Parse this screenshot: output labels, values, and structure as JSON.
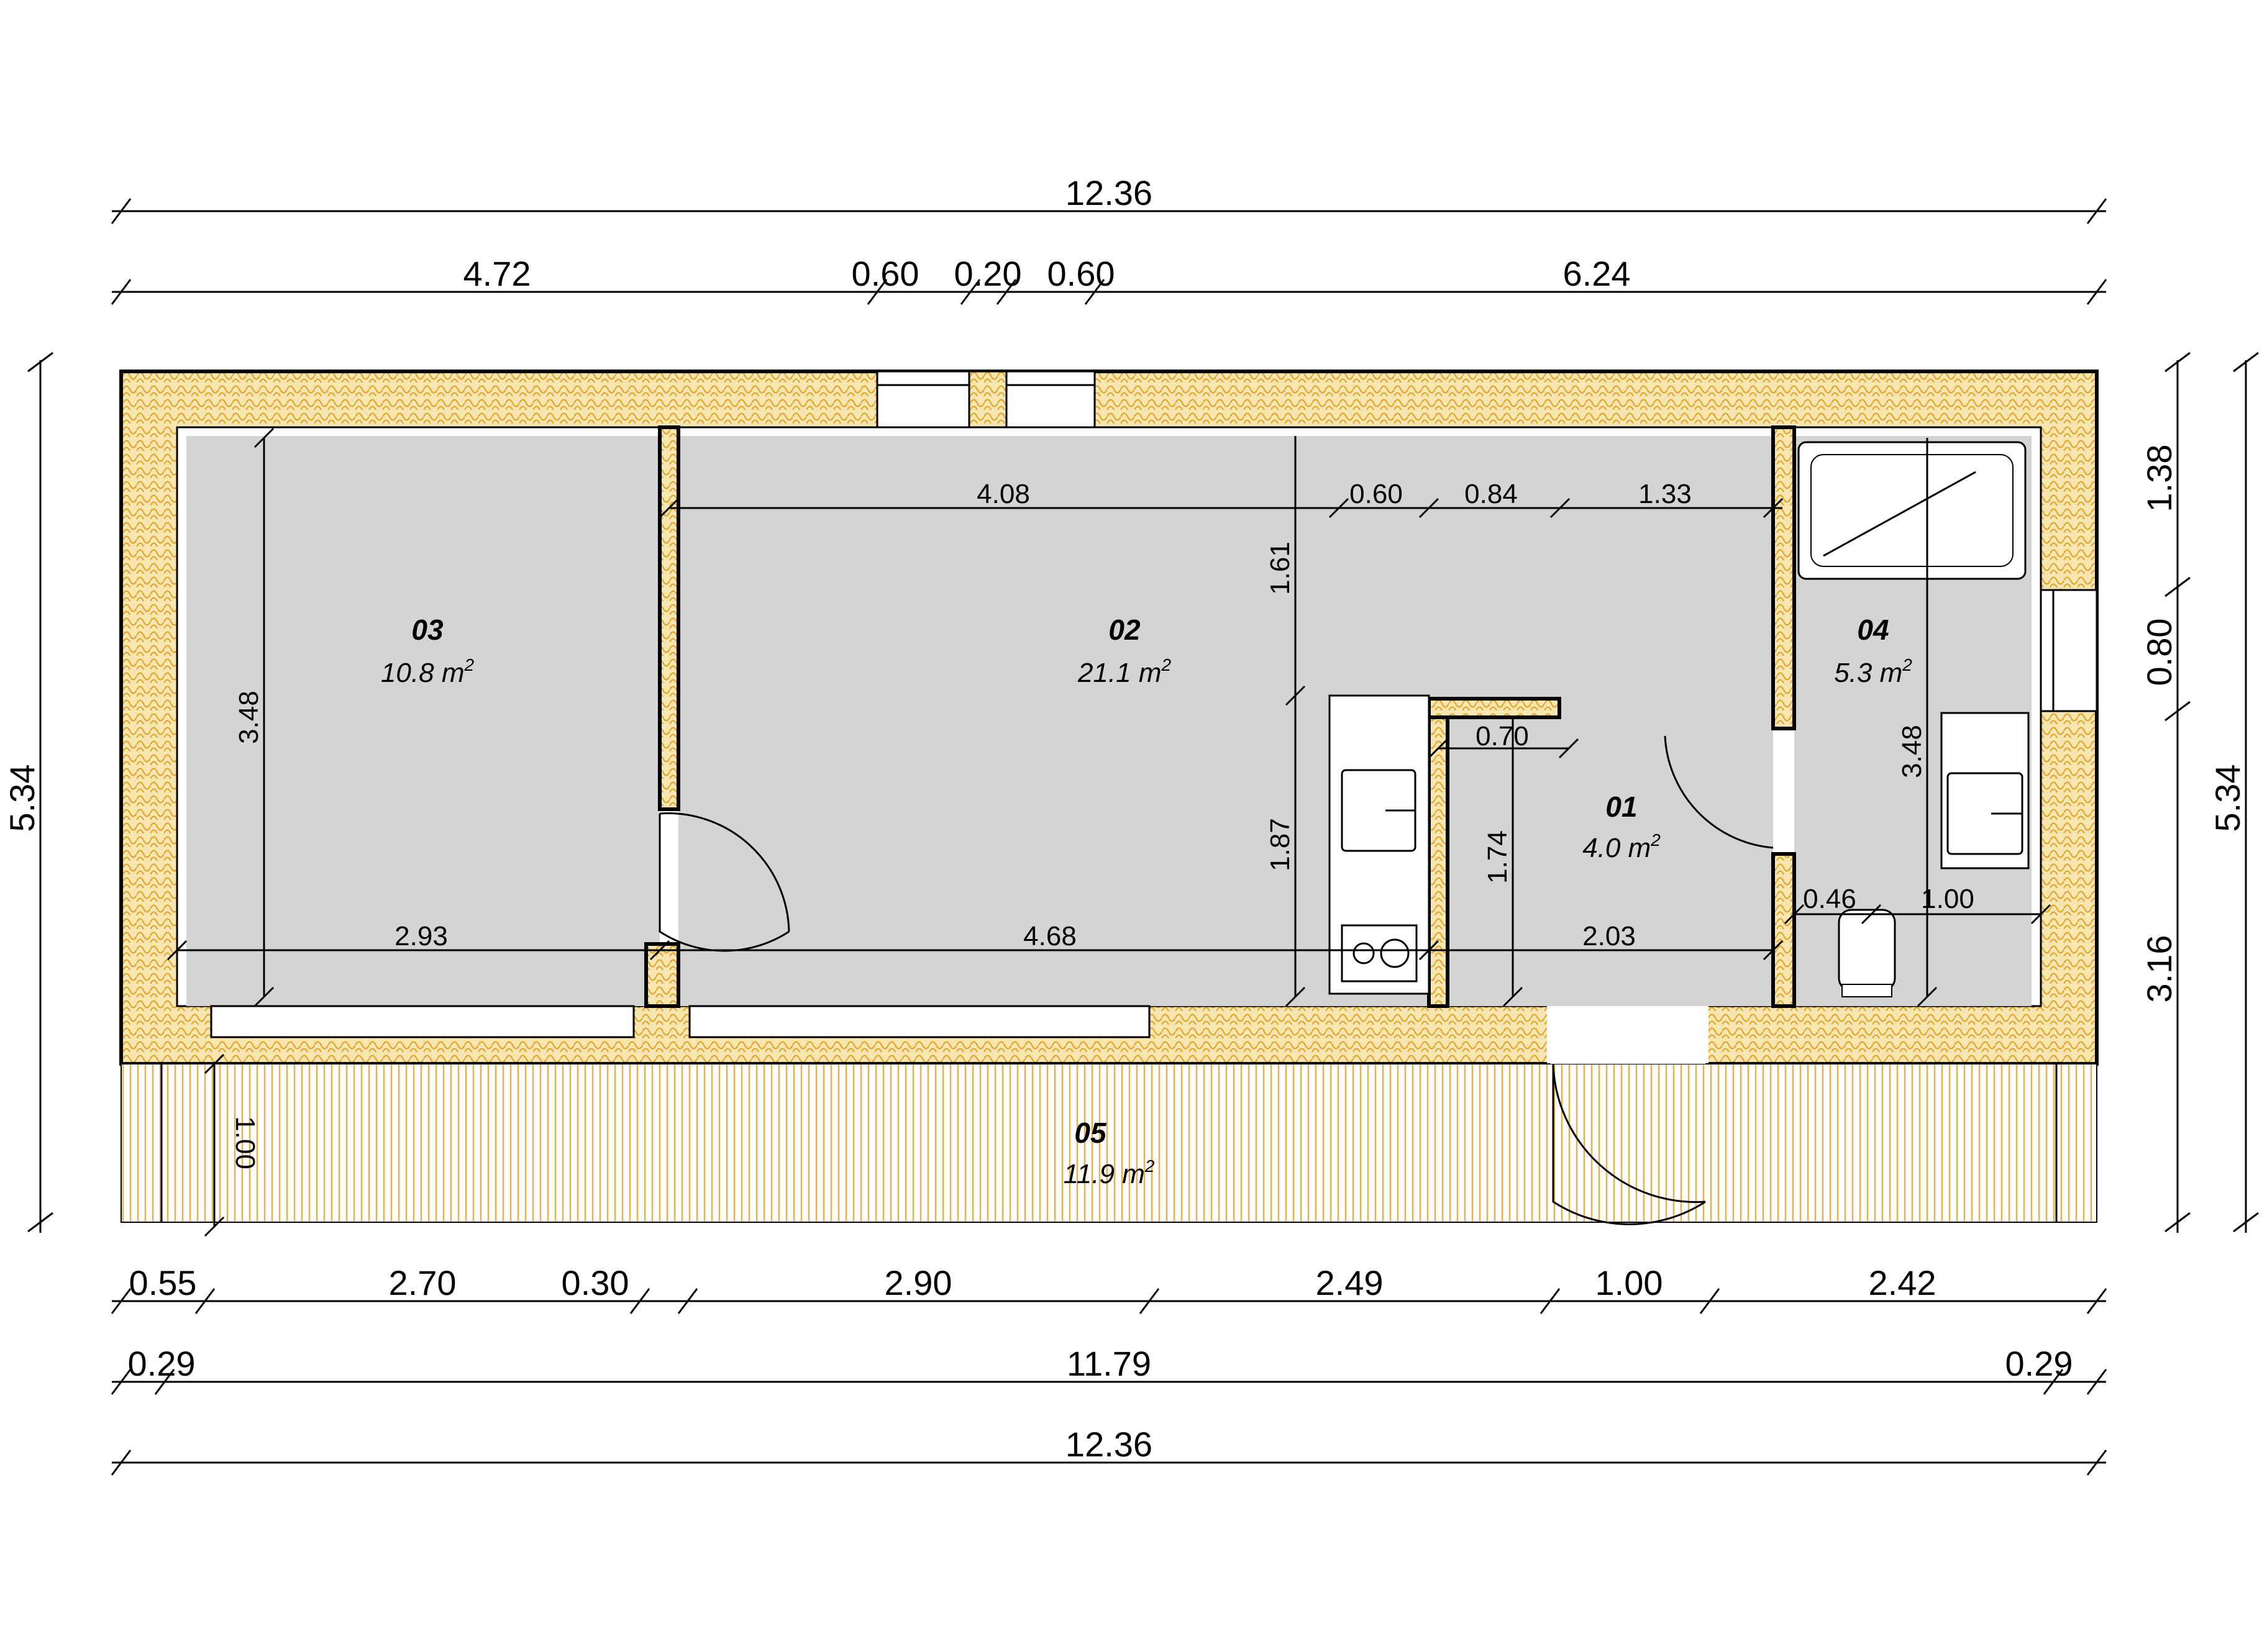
{
  "colors": {
    "floor": "#d4d4d4",
    "insulation": "#f7e6b0",
    "insulation_line": "#e2a020",
    "deck_line": "#e8b24a",
    "line": "#000000"
  },
  "rooms": [
    {
      "id": "03",
      "area": "10.8 m",
      "sup": "2"
    },
    {
      "id": "02",
      "area": "21.1 m",
      "sup": "2"
    },
    {
      "id": "04",
      "area": "5.3 m",
      "sup": "2"
    },
    {
      "id": "01",
      "area": "4.0 m",
      "sup": "2"
    },
    {
      "id": "05",
      "area": "11.9 m",
      "sup": "2"
    }
  ],
  "dims_top": {
    "total": "12.36",
    "segments": [
      "4.72",
      "0.60",
      "0.20",
      "0.60",
      "6.24"
    ]
  },
  "dims_bottom": {
    "row1": [
      "0.55",
      "2.70",
      "0.30",
      "2.90",
      "2.49",
      "1.00",
      "2.42"
    ],
    "row2": [
      "0.29",
      "11.79",
      "0.29"
    ],
    "total": "12.36"
  },
  "dims_left": {
    "total": "5.34"
  },
  "dims_right": {
    "segments": [
      "1.38",
      "0.80",
      "3.16"
    ],
    "total": "5.34"
  },
  "dims_inner": {
    "room03_height": "3.48",
    "room03_width": "2.93",
    "room02_width_top": "4.08",
    "seg_060": "0.60",
    "seg_084": "0.84",
    "seg_133": "1.33",
    "room02_width_bottom": "4.68",
    "v161": "1.61",
    "v187": "1.87",
    "v174": "1.74",
    "h070": "0.70",
    "hall_width": "2.03",
    "bath_height": "3.48",
    "bath_046": "0.46",
    "bath_100": "1.00",
    "terrace_depth": "1.00"
  }
}
